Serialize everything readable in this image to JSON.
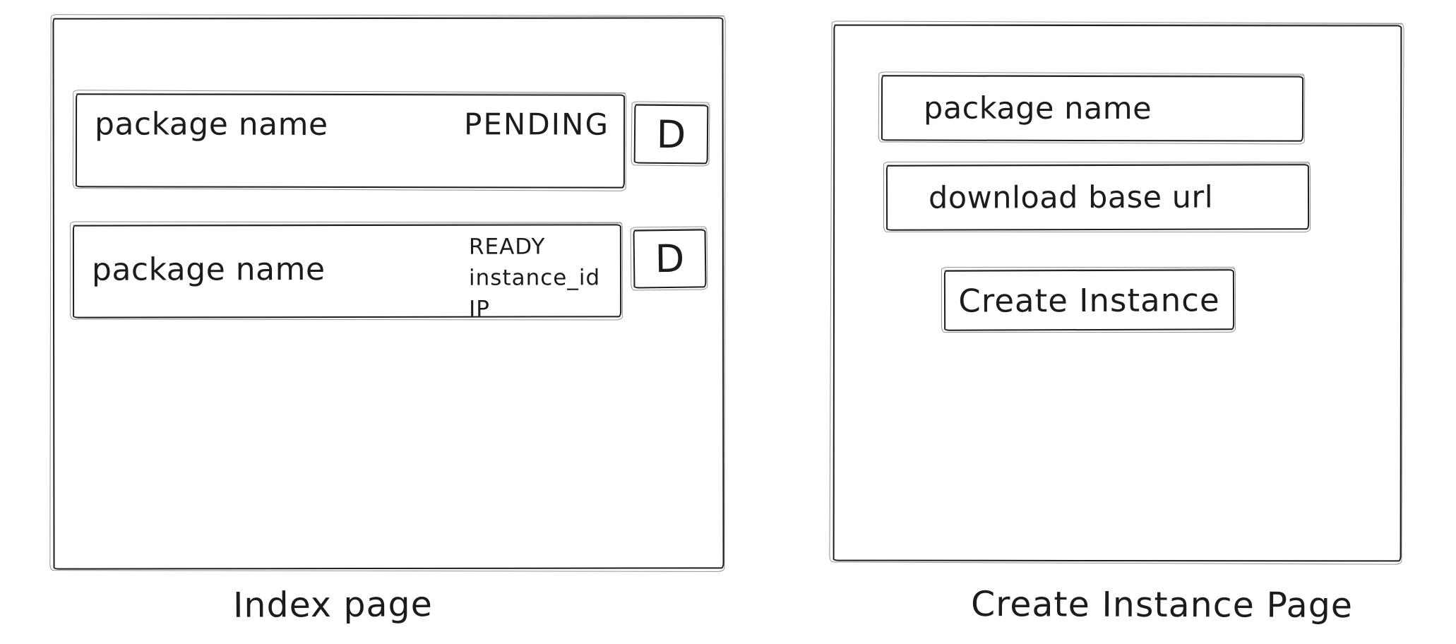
{
  "colors": {
    "stroke": "#1c1c1c",
    "background": "#ffffff"
  },
  "index_page": {
    "caption": "Index page",
    "rows": [
      {
        "package_label": "package name",
        "status": "PENDING",
        "action_label": "D"
      },
      {
        "package_label": "package name",
        "status_lines": [
          "READY",
          "instance_id",
          "IP"
        ],
        "action_label": "D"
      }
    ]
  },
  "create_page": {
    "caption": "Create Instance Page",
    "inputs": [
      {
        "placeholder": "package name"
      },
      {
        "placeholder": "download base url"
      }
    ],
    "submit_label": "Create Instance"
  }
}
